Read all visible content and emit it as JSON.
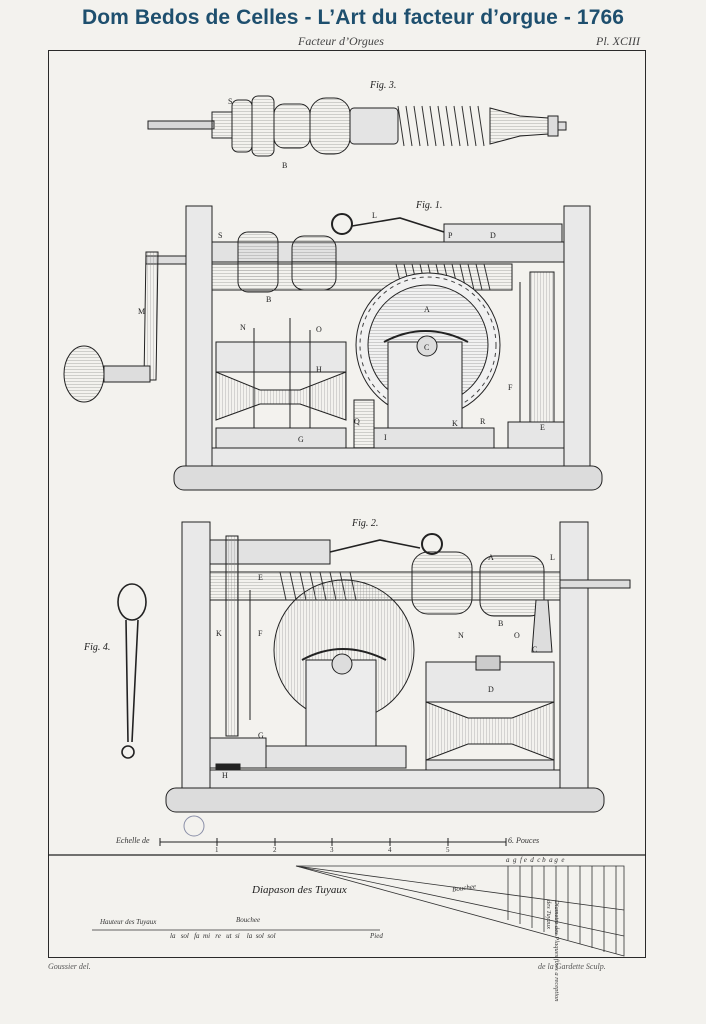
{
  "banner_title": "Dom Bedos de Celles - L’Art du facteur d’orgue - 1766",
  "running_head": "Facteur d’Orgues",
  "plate_number": "Pl. XCIII",
  "figures": {
    "fig1": "Fig. 1.",
    "fig2": "Fig. 2.",
    "fig3": "Fig. 3.",
    "fig4": "Fig. 4."
  },
  "scale": {
    "label": "Echelle de",
    "ticks": [
      "1",
      "2",
      "3",
      "4",
      "5"
    ],
    "unit": "6. Pouces"
  },
  "diapason": {
    "title": "Diapason des Tuyaux",
    "hauteur": "Hauteur des Tuyaux",
    "bouchee_left": "Bouchee",
    "bouchee_right": "Bouchee",
    "notes_row": "la   sol   fa  mi   re   ut  si    la  sol  sol",
    "pied": "Pied",
    "letters_row": "a  g  f e  d  c b  a g  e",
    "side_note": "Diametre des Plaques fixes a reception des Tuyaux"
  },
  "credits": {
    "left": "Goussier del.",
    "right": "de la Gardette  Sculp."
  },
  "colors": {
    "banner": "#1e4f6e",
    "ink": "#222222",
    "paper": "#f3f2ee"
  }
}
